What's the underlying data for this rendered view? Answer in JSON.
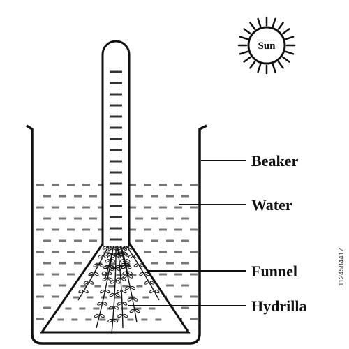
{
  "diagram": {
    "labels": {
      "sun": "Sun",
      "beaker": "Beaker",
      "water": "Water",
      "funnel": "Funnel",
      "hydrilla": "Hydrilla"
    },
    "side_id": "1124584417",
    "colors": {
      "line": "#111111",
      "water_dash": "#777777",
      "tube_dash": "#333333"
    }
  }
}
